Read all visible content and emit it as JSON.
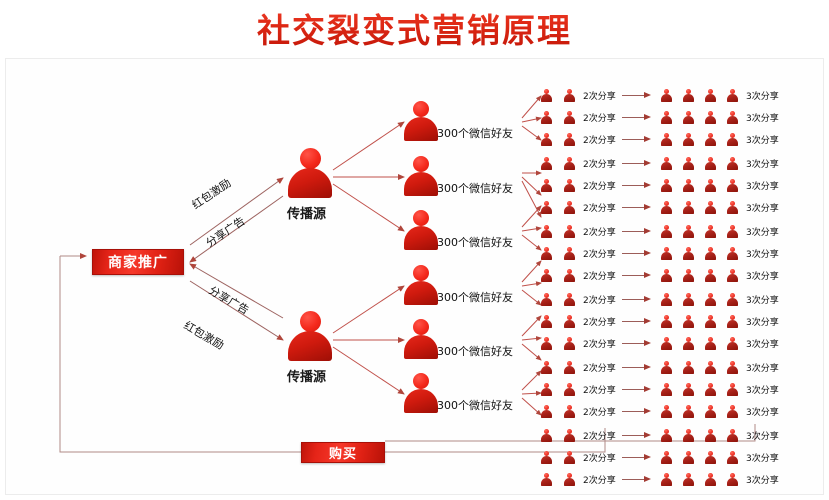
{
  "header": {
    "title": "社交裂变式营销原理",
    "title_color": "#e02a16"
  },
  "nodes": {
    "merchant": {
      "label": "商家推广"
    },
    "purchase": {
      "label": "购买"
    },
    "source_top": {
      "label": "传播源"
    },
    "source_bottom": {
      "label": "传播源"
    }
  },
  "edge_labels": {
    "incentive": "红包激励",
    "share_ad": "分享广告",
    "top_upper": "红包激励",
    "top_lower": "分享广告",
    "bottom_upper": "分享广告",
    "bottom_lower": "红包激励"
  },
  "friends_label": "300个微信好友",
  "share2_label": "2次分享",
  "share3_label": "3次分享",
  "friends_nodes": [
    {
      "label": "300个微信好友"
    },
    {
      "label": "300个微信好友"
    },
    {
      "label": "300个微信好友"
    },
    {
      "label": "300个微信好友"
    },
    {
      "label": "300个微信好友"
    },
    {
      "label": "300个微信好友"
    }
  ],
  "share2_rows": [
    "2次分享",
    "2次分享",
    "2次分享",
    "2次分享",
    "2次分享",
    "2次分享",
    "2次分享",
    "2次分享",
    "2次分享",
    "2次分享",
    "2次分享",
    "2次分享",
    "2次分享",
    "2次分享",
    "2次分享",
    "2次分享",
    "2次分享",
    "2次分享"
  ],
  "share3_rows": [
    "3次分享",
    "3次分享",
    "3次分享",
    "3次分享",
    "3次分享",
    "3次分享",
    "3次分享",
    "3次分享",
    "3次分享",
    "3次分享",
    "3次分享",
    "3次分享",
    "3次分享",
    "3次分享",
    "3次分享",
    "3次分享",
    "3次分享",
    "3次分享"
  ],
  "counts": {
    "share2_icons_per_row": 2,
    "share3_icons_per_row": 4,
    "friends_nodes": 6,
    "share_rows": 18
  },
  "colors": {
    "brand_red": "#e02a16",
    "box_red": "#e52418",
    "arrow": "#a33b33",
    "icon_dark": "#a52018",
    "icon_head": "#e8261a",
    "panel_border": "#ececec"
  }
}
